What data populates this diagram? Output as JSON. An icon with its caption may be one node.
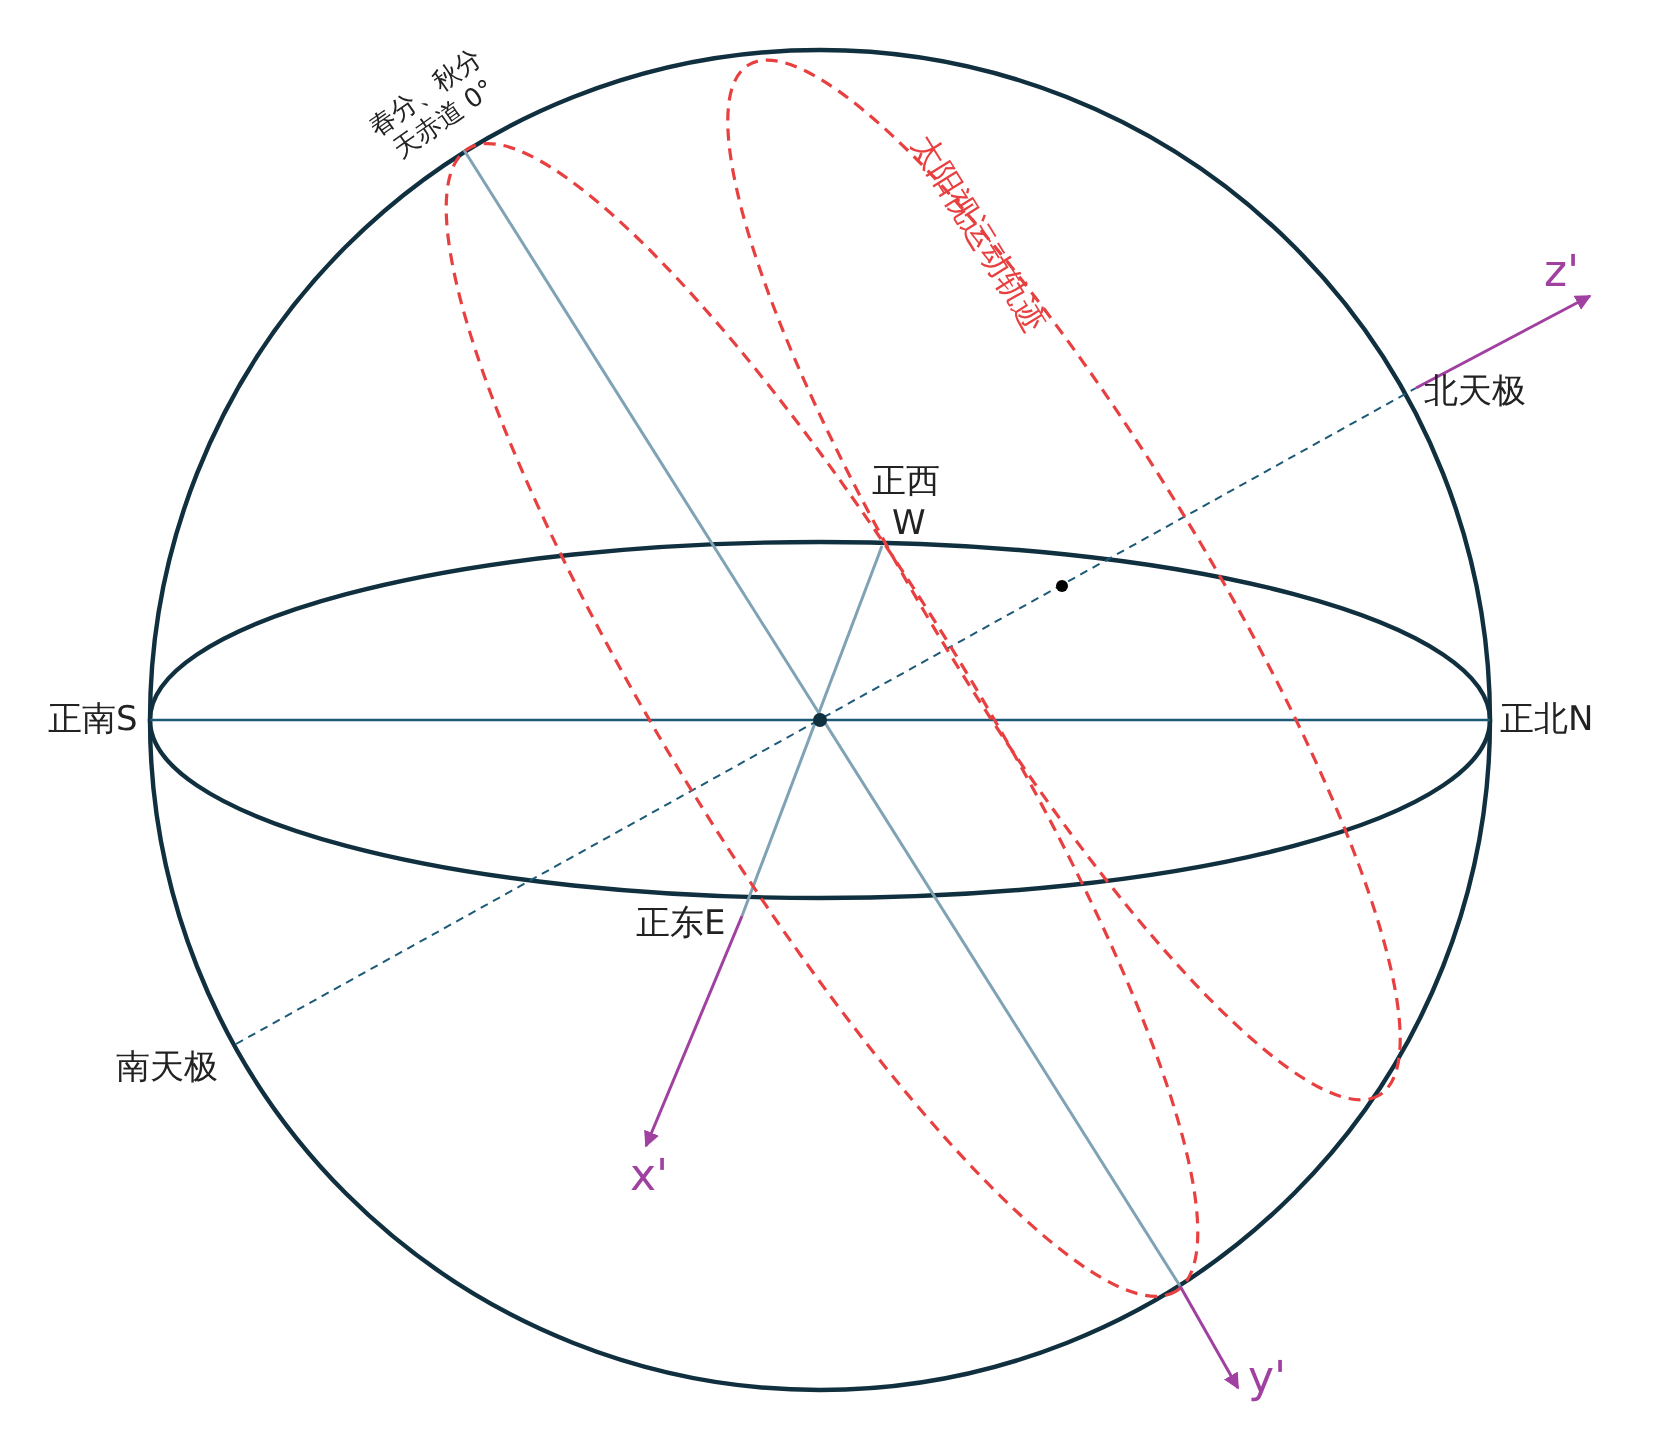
{
  "diagram": {
    "labels": [
      "春分、秋分天赤道 0°",
      "太阳视运动轨迹",
      "z'",
      "北天极",
      "正西",
      "W",
      "正南S",
      "正北N",
      "正东E",
      "南天极",
      "x'",
      "y'"
    ]
  }
}
